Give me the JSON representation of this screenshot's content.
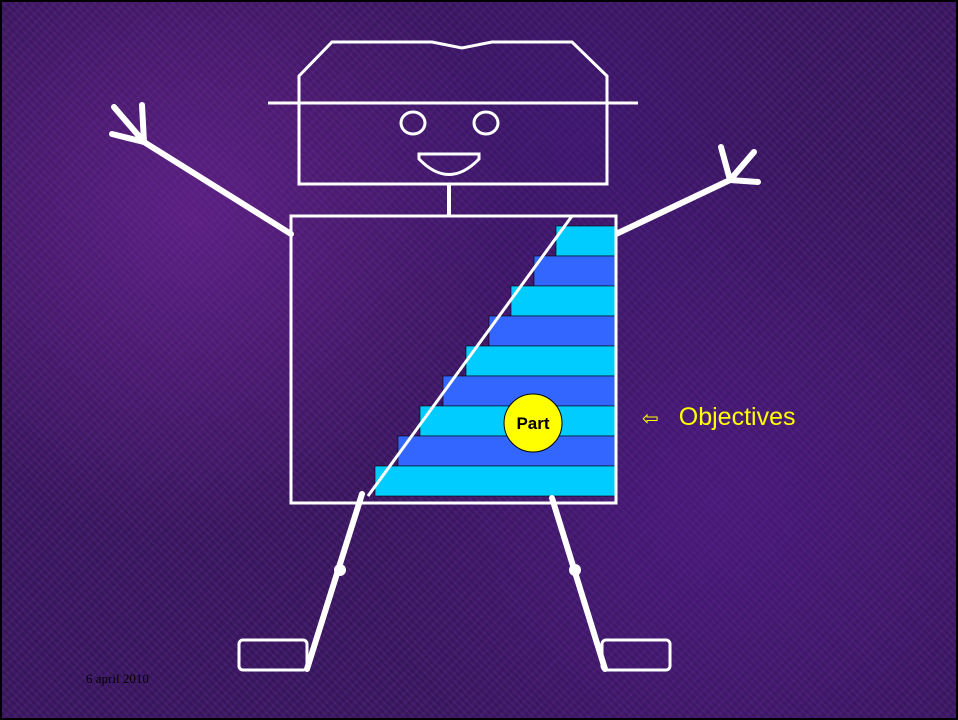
{
  "slide": {
    "date": "6 april 2010",
    "objectives_label": "Objectives",
    "objectives_arrow": "⇦",
    "part_label": "Part"
  },
  "colors": {
    "background": "#3b1763",
    "line": "#ffffff",
    "stripe_light": "#00ccff",
    "stripe_dark": "#3366ff",
    "badge": "#ffff00",
    "objectives_text": "#ffff00"
  }
}
